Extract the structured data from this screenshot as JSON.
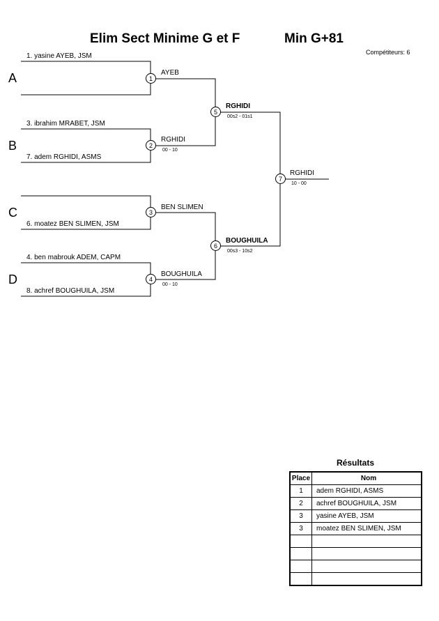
{
  "title": "Elim Sect Minime G et F",
  "category": "Min G+81",
  "competitors_label": "Compétiteurs: 6",
  "pools": [
    "A",
    "B",
    "C",
    "D"
  ],
  "competitors": [
    {
      "top": "1. yasine AYEB, JSM",
      "bottom": ""
    },
    {
      "top": "3. ibrahim MRABET, JSM",
      "bottom": "7. adem RGHIDI, ASMS"
    },
    {
      "top": "",
      "bottom": "6. moatez BEN SLIMEN, JSM"
    },
    {
      "top": "4. ben mabrouk ADEM, CAPM",
      "bottom": "8. achref BOUGHUILA, JSM"
    }
  ],
  "matches": [
    {
      "num": "1",
      "winner": "AYEB",
      "score": ""
    },
    {
      "num": "2",
      "winner": "RGHIDI",
      "score": "00 - 10"
    },
    {
      "num": "3",
      "winner": "BEN SLIMEN",
      "score": ""
    },
    {
      "num": "4",
      "winner": "BOUGHUILA",
      "score": "00 - 10"
    },
    {
      "num": "5",
      "winner": "RGHIDI",
      "score": "00s2 - 01s1"
    },
    {
      "num": "6",
      "winner": "BOUGHUILA",
      "score": "00s3 - 10s2"
    },
    {
      "num": "7",
      "winner": "RGHIDI",
      "score": "10 - 00"
    }
  ],
  "results": {
    "title": "Résultats",
    "col_place": "Place",
    "col_name": "Nom",
    "rows": [
      {
        "place": "1",
        "name": "adem RGHIDI, ASMS"
      },
      {
        "place": "2",
        "name": "achref BOUGHUILA, JSM"
      },
      {
        "place": "3",
        "name": "yasine AYEB, JSM"
      },
      {
        "place": "3",
        "name": "moatez BEN SLIMEN, JSM"
      },
      {
        "place": "",
        "name": ""
      },
      {
        "place": "",
        "name": ""
      },
      {
        "place": "",
        "name": ""
      },
      {
        "place": "",
        "name": ""
      }
    ]
  }
}
